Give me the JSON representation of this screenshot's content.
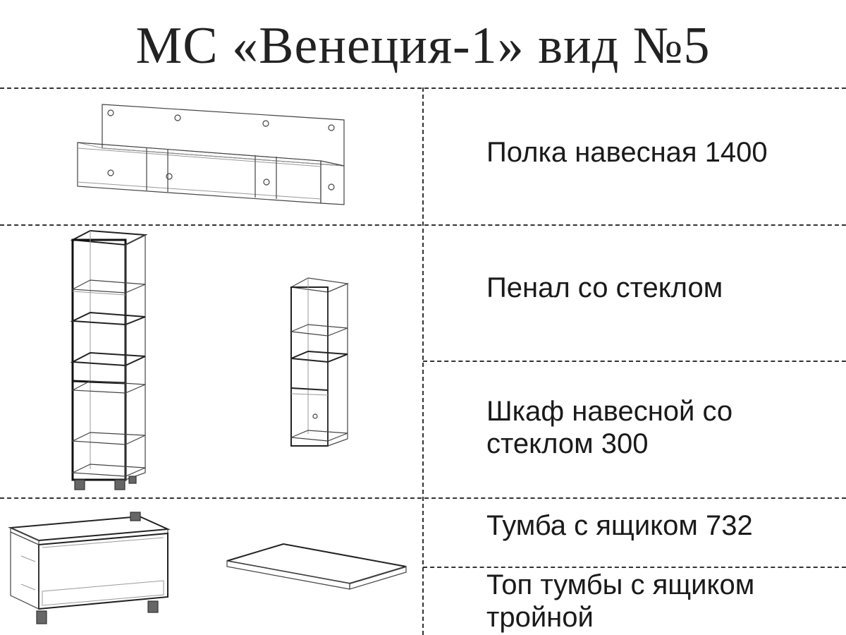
{
  "title": "МС «Венеция-1» вид №5",
  "items": [
    {
      "label": "Полка навесная 1400"
    },
    {
      "label": "Пенал со стеклом"
    },
    {
      "label_lines": [
        "Шкаф навесной со",
        "стеклом 300"
      ]
    },
    {
      "label": "Тумба с ящиком 732"
    },
    {
      "label_lines": [
        "Топ тумбы с ящиком",
        "тройной"
      ]
    }
  ]
}
